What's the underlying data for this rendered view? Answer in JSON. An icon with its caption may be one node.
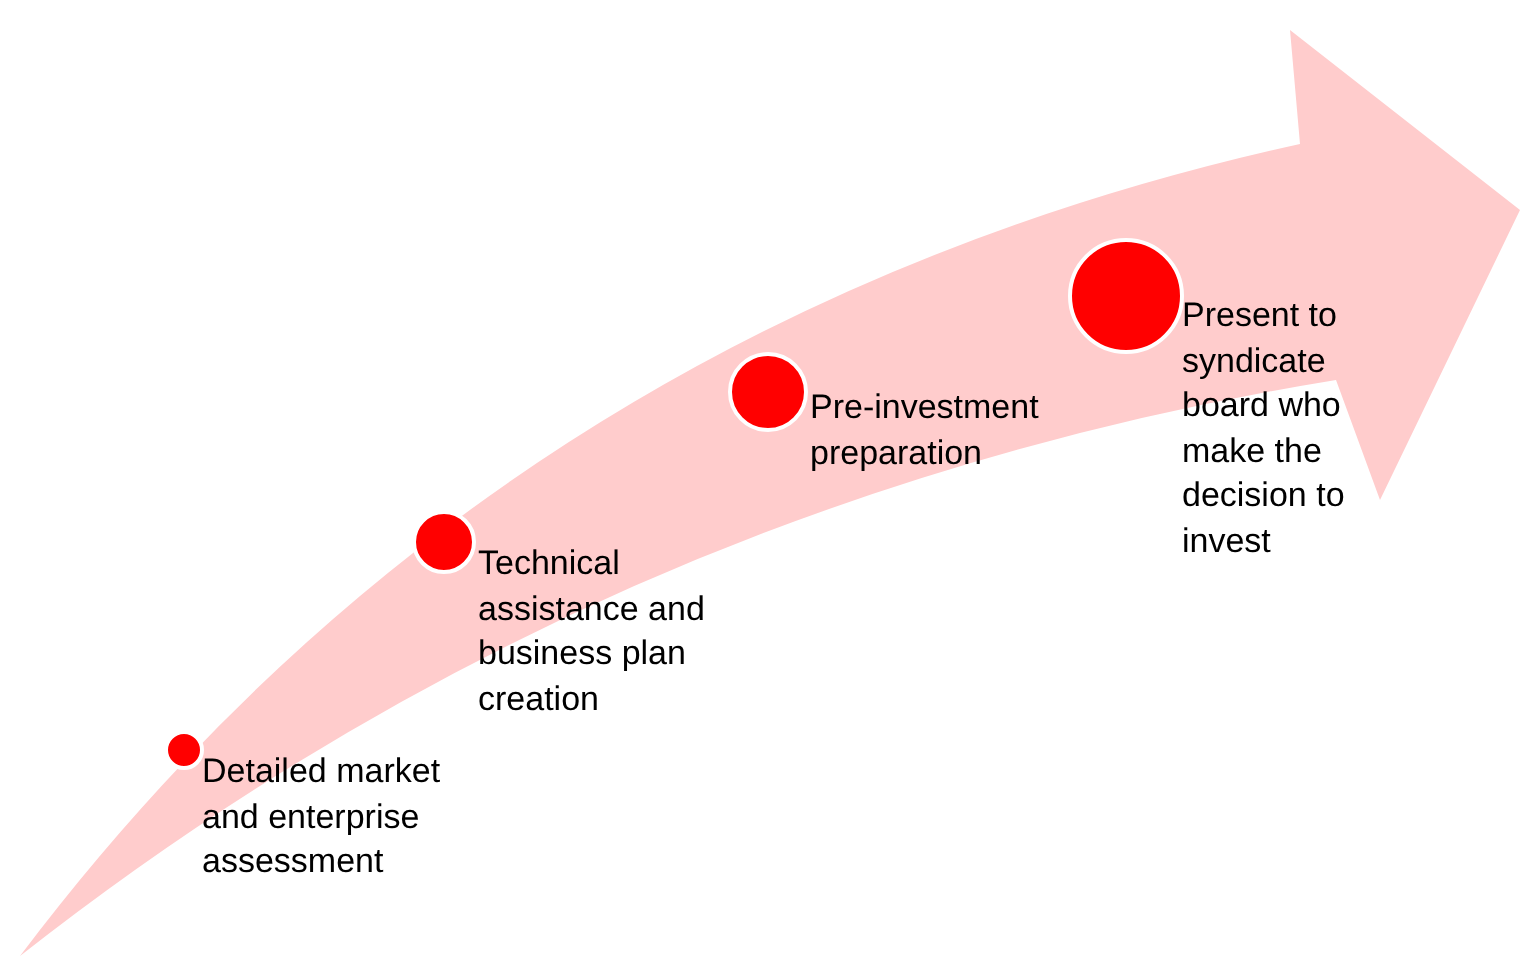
{
  "diagram": {
    "nodes": [
      {
        "text": [],
        "shape": "circle",
        "beside": [
          "Detailed market and enterprise assessment"
        ]
      },
      {
        "text": [],
        "shape": "circle",
        "beside": [
          "Technical assistance and business plan creation"
        ]
      },
      {
        "text": [],
        "shape": "circle",
        "beside": [
          "Pre-investment preparation"
        ]
      },
      {
        "text": [],
        "shape": "circle",
        "beside": [
          "Present to syndicate board who make the decision to invest"
        ]
      }
    ]
  }
}
